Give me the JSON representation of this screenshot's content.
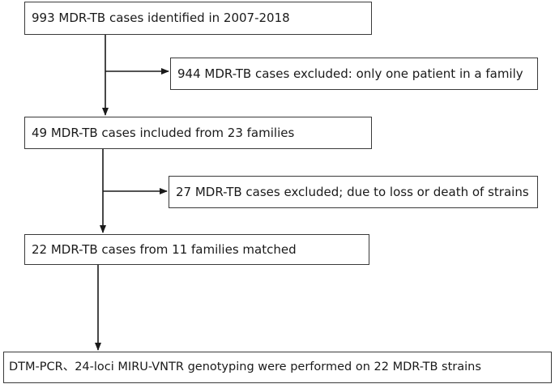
{
  "flowchart": {
    "step_1": "993 MDR-TB cases identified in 2007-2018",
    "exclusion_1": "944 MDR-TB cases excluded: only one patient in a family",
    "step_2": "49 MDR-TB cases included from 23 families",
    "exclusion_2": "27 MDR-TB cases excluded; due to loss or death of strains",
    "step_3": "22 MDR-TB cases from 11 families matched",
    "step_4": "DTM-PCR、24-loci MIRU-VNTR genotyping were performed on 22 MDR-TB strains"
  },
  "colors": {
    "border": "#3a3a3a",
    "arrow": "#1a1a1a",
    "text": "#1a1a1a",
    "background": "#ffffff"
  }
}
